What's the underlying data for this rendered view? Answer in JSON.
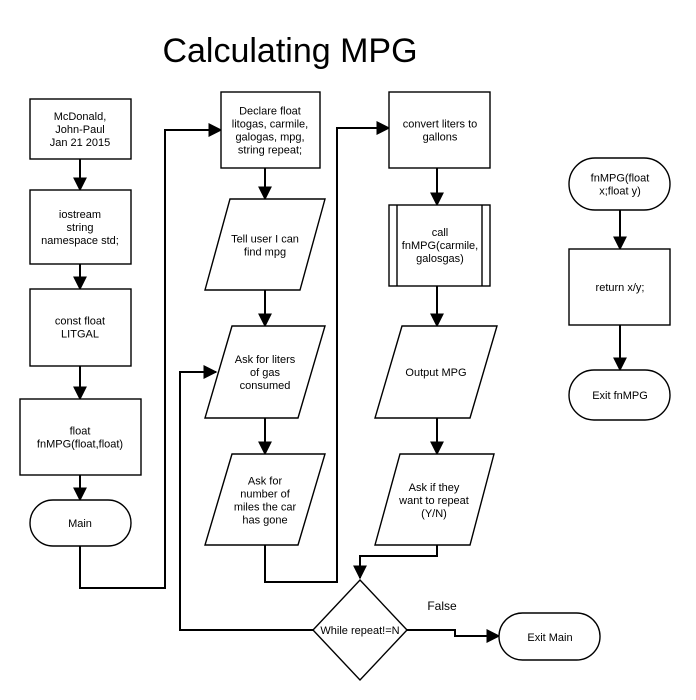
{
  "title": "Calculating MPG",
  "nodes": {
    "header": [
      "McDonald,",
      "John-Paul",
      "Jan 21 2015"
    ],
    "includes": [
      "iostream",
      "string",
      "namespace std;"
    ],
    "const": [
      "const float",
      "LITGAL"
    ],
    "proto": [
      "float",
      "fnMPG(float,float)"
    ],
    "main": [
      "Main"
    ],
    "declare": [
      "Declare float",
      "litogas, carmile,",
      "galogas, mpg,",
      "string repeat;"
    ],
    "tell": [
      "Tell user I can",
      "find mpg"
    ],
    "ask_liters": [
      "Ask for liters",
      "of gas",
      "consumed"
    ],
    "ask_miles": [
      "Ask for",
      "number of",
      "miles the car",
      "has gone"
    ],
    "convert": [
      "convert liters to",
      "gallons"
    ],
    "call": [
      "call",
      "fnMPG(carmile,",
      "galosgas)"
    ],
    "output": [
      "Output MPG"
    ],
    "ask_repeat": [
      "Ask if they",
      "want to repeat",
      "(Y/N)"
    ],
    "decision": [
      "While repeat!=N"
    ],
    "exit_main": [
      "Exit Main"
    ],
    "fn_start": [
      "fnMPG(float",
      "x;float y)"
    ],
    "fn_return": [
      "return x/y;"
    ],
    "fn_exit": [
      "Exit fnMPG"
    ]
  },
  "edge_labels": {
    "false": "False"
  }
}
